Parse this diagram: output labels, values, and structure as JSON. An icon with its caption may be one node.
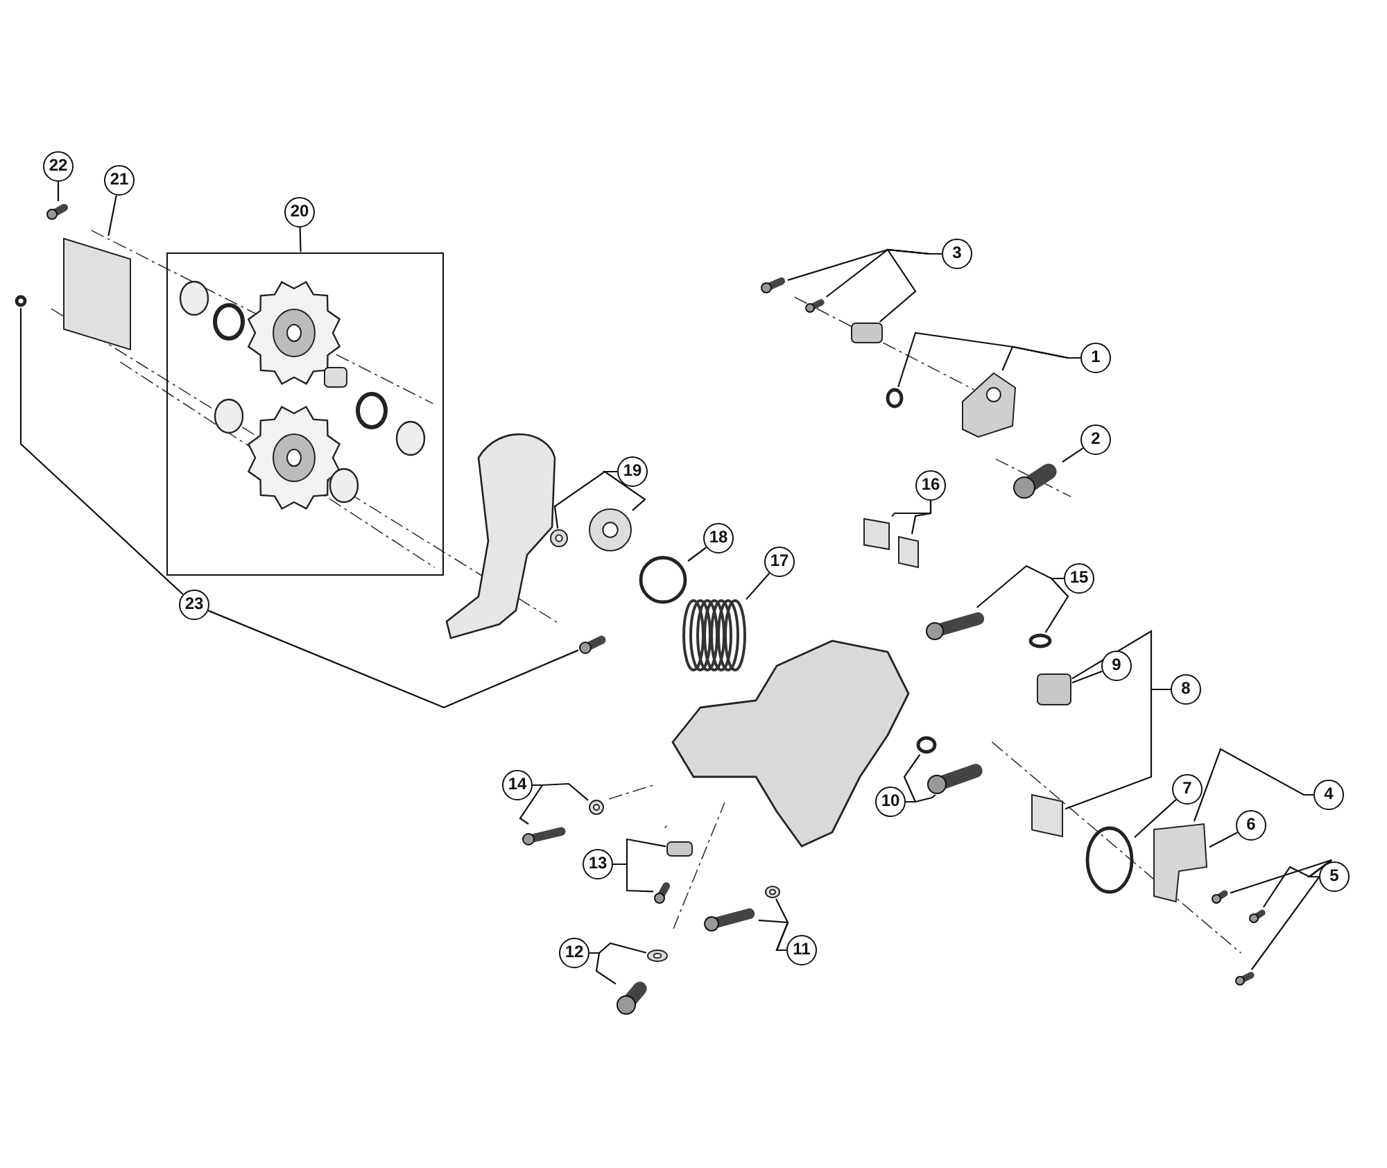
{
  "diagram": {
    "nodes": [
      {
        "text": [
          "1"
        ]
      },
      {
        "text": [
          "2"
        ]
      },
      {
        "text": [
          "3"
        ]
      },
      {
        "text": [
          "4"
        ]
      },
      {
        "text": [
          "5"
        ]
      },
      {
        "text": [
          "6"
        ]
      },
      {
        "text": [
          "7"
        ]
      },
      {
        "text": [
          "8"
        ]
      },
      {
        "text": [
          "9"
        ]
      },
      {
        "text": [
          "10"
        ]
      },
      {
        "text": [
          "11"
        ]
      },
      {
        "text": [
          "12"
        ]
      },
      {
        "text": [
          "13"
        ]
      },
      {
        "text": [
          "14"
        ]
      },
      {
        "text": [
          "15"
        ]
      },
      {
        "text": [
          "16"
        ]
      },
      {
        "text": [
          "17"
        ]
      },
      {
        "text": [
          "18"
        ]
      },
      {
        "text": [
          "19"
        ]
      },
      {
        "text": [
          "20"
        ]
      },
      {
        "text": [
          "21"
        ]
      },
      {
        "text": [
          "22"
        ]
      },
      {
        "text": [
          "23"
        ]
      },
      {
        "text": [],
        "shape": "box"
      },
      {
        "text": [],
        "shape": "circle"
      },
      {
        "text": [],
        "shape": "bolt"
      },
      {
        "text": [],
        "shape": "bolt"
      },
      {
        "text": [],
        "shape": "box"
      },
      {
        "text": [],
        "shape": "box"
      },
      {
        "text": [],
        "shape": "circle"
      },
      {
        "text": [],
        "shape": "bolt"
      },
      {
        "text": [],
        "shape": "bolt"
      },
      {
        "text": [],
        "shape": "box"
      },
      {
        "text": [],
        "shape": "box"
      },
      {
        "text": [],
        "shape": "bolt"
      },
      {
        "text": [],
        "shape": "circle"
      },
      {
        "text": [],
        "shape": "bolt"
      },
      {
        "text": [],
        "shape": "circle"
      },
      {
        "text": [],
        "shape": "bolt"
      },
      {
        "text": [],
        "shape": "circle"
      },
      {
        "text": [],
        "shape": "box"
      },
      {
        "text": [],
        "shape": "bolt"
      },
      {
        "text": [],
        "shape": "bolt"
      },
      {
        "text": [],
        "shape": "circle"
      },
      {
        "text": [],
        "shape": "bolt"
      },
      {
        "text": [],
        "shape": "circle"
      },
      {
        "text": [],
        "shape": "box"
      },
      {
        "text": [],
        "shape": "spring"
      },
      {
        "text": [],
        "shape": "circle"
      },
      {
        "text": [],
        "shape": "circle"
      },
      {
        "text": [],
        "shape": "circle"
      },
      {
        "text": [],
        "shape": "box"
      },
      {
        "text": [],
        "shape": "box"
      },
      {
        "text": [],
        "shape": "bolt"
      },
      {
        "text": [],
        "shape": "circle"
      },
      {
        "text": [],
        "shape": "bolt"
      },
      {
        "text": [],
        "shape": "bolt"
      },
      {
        "text": [],
        "shape": "box"
      },
      {
        "text": [],
        "shape": "bolt"
      }
    ],
    "edges": [
      {
        "from": 0,
        "to": 23,
        "arrow": "none"
      },
      {
        "from": 0,
        "to": 24,
        "arrow": "none"
      },
      {
        "from": 1,
        "to": 25,
        "arrow": "none"
      },
      {
        "from": 2,
        "to": 26,
        "arrow": "none"
      },
      {
        "from": 2,
        "to": 27,
        "arrow": "none"
      },
      {
        "from": 3,
        "to": 28,
        "arrow": "none"
      },
      {
        "from": 4,
        "to": 30,
        "arrow": "none"
      },
      {
        "from": 4,
        "to": 31,
        "arrow": "none"
      },
      {
        "from": 5,
        "to": 28,
        "arrow": "none"
      },
      {
        "from": 6,
        "to": 29,
        "arrow": "none"
      },
      {
        "from": 7,
        "to": 32,
        "arrow": "none"
      },
      {
        "from": 7,
        "to": 33,
        "arrow": "none"
      },
      {
        "from": 8,
        "to": 32,
        "arrow": "none"
      },
      {
        "from": 9,
        "to": 34,
        "arrow": "none"
      },
      {
        "from": 9,
        "to": 35,
        "arrow": "none"
      },
      {
        "from": 10,
        "to": 36,
        "arrow": "none"
      },
      {
        "from": 10,
        "to": 37,
        "arrow": "none"
      },
      {
        "from": 11,
        "to": 38,
        "arrow": "none"
      },
      {
        "from": 11,
        "to": 39,
        "arrow": "none"
      },
      {
        "from": 12,
        "to": 40,
        "arrow": "none"
      },
      {
        "from": 12,
        "to": 41,
        "arrow": "none"
      },
      {
        "from": 13,
        "to": 42,
        "arrow": "none"
      },
      {
        "from": 13,
        "to": 43,
        "arrow": "none"
      },
      {
        "from": 14,
        "to": 44,
        "arrow": "none"
      },
      {
        "from": 14,
        "to": 45,
        "arrow": "none"
      },
      {
        "from": 15,
        "to": 46,
        "arrow": "none"
      },
      {
        "from": 16,
        "to": 47,
        "arrow": "none"
      },
      {
        "from": 17,
        "to": 48,
        "arrow": "none"
      },
      {
        "from": 18,
        "to": 49,
        "arrow": "none"
      },
      {
        "from": 18,
        "to": 50,
        "arrow": "none"
      },
      {
        "from": 19,
        "to": 51,
        "arrow": "none"
      },
      {
        "from": 20,
        "to": 52,
        "arrow": "none"
      },
      {
        "from": 21,
        "to": 53,
        "arrow": "none"
      },
      {
        "from": 22,
        "to": 54,
        "arrow": "none"
      },
      {
        "from": 22,
        "to": 55,
        "arrow": "none"
      },
      {
        "from": 2,
        "to": 56,
        "arrow": "none"
      },
      {
        "from": 15,
        "to": 57,
        "arrow": "none"
      },
      {
        "from": 4,
        "to": 58,
        "arrow": "none"
      }
    ]
  }
}
